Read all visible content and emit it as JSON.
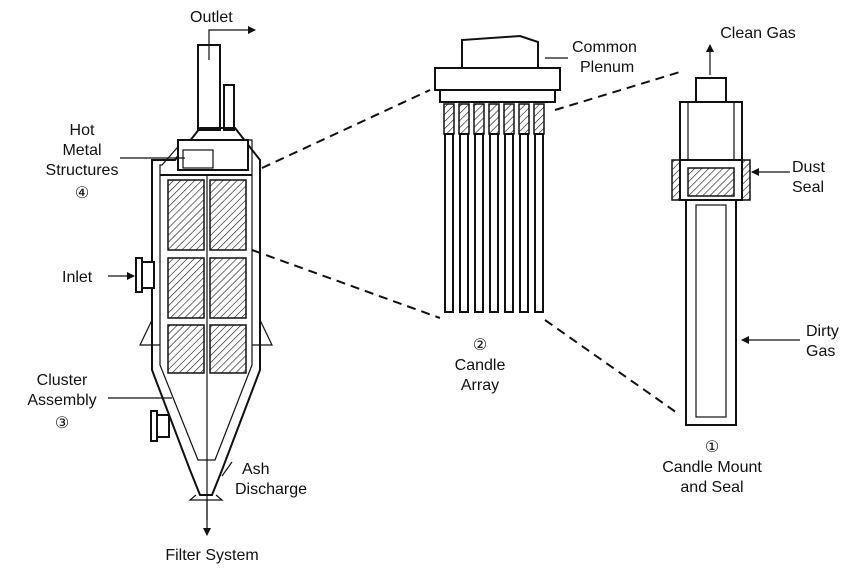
{
  "labels": {
    "outlet": "Outlet",
    "hot_metal_1": "Hot",
    "hot_metal_2": "Metal",
    "hot_metal_3": "Structures",
    "num_4": "④",
    "inlet": "Inlet",
    "cluster_1": "Cluster",
    "cluster_2": "Assembly",
    "num_3": "③",
    "ash_1": "Ash",
    "ash_2": "Discharge",
    "filter_system": "Filter System",
    "plenum_1": "Common",
    "plenum_2": "Plenum",
    "num_2": "②",
    "array_1": "Candle",
    "array_2": "Array",
    "clean_gas": "Clean Gas",
    "dust_1": "Dust",
    "dust_2": "Seal",
    "dirty_1": "Dirty",
    "dirty_2": "Gas",
    "num_1": "①",
    "mount_1": "Candle Mount",
    "mount_2": "and Seal"
  },
  "colors": {
    "ink": "#111111",
    "paper": "#ffffff"
  }
}
